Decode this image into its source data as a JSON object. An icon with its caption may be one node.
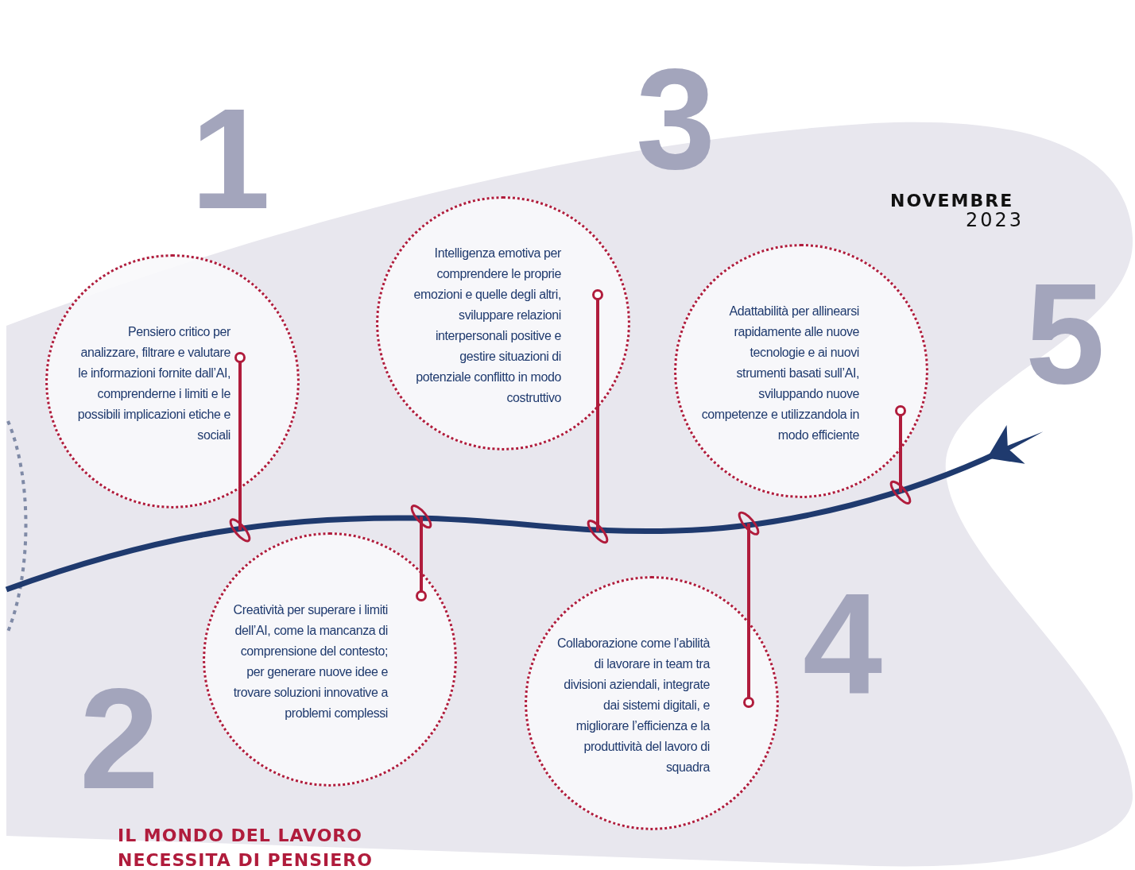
{
  "diagram": {
    "title": "IL MONDO DEL LAVORO NECESSITA DI PENSIERO",
    "nodes": [
      {
        "text": [
          "Pensiero critico per analizzare, filtrare e valutare le informazioni fornite dall’AI, comprenderne i limiti e le possibili implicazioni etiche e sociali"
        ],
        "beside": [
          "1"
        ]
      },
      {
        "text": [
          "Creatività per superare i limiti dell’AI, come la mancanza di comprensione del contesto; per generare nuove idee e trovare soluzioni innovative a problemi complessi"
        ],
        "beside": [
          "2"
        ]
      },
      {
        "text": [
          "Intelligenza emotiva per comprendere le proprie emozioni e quelle degli altri, sviluppare relazioni interpersonali positive e gestire situazioni di potenziale conflitto in modo costruttivo"
        ],
        "beside": [
          "3"
        ]
      },
      {
        "text": [
          "Collaborazione come l’abilità di lavorare in team tra divisioni aziendali, integrate dai sistemi digitali, e migliorare l’efficienza e la produttività del lavoro di squadra"
        ],
        "beside": [
          "4"
        ]
      },
      {
        "text": [
          "Adattabilità per allinearsi rapidamente alle nuove tecnologie e ai nuovi strumenti basati sull’AI, sviluppando nuove competenze e utilizzandola in modo efficiente"
        ],
        "beside": [
          "5"
        ]
      },
      {
        "text": [],
        "shape": "arrow"
      }
    ],
    "edges": [
      {
        "from": 0,
        "to": 5,
        "arrow": "other"
      },
      {
        "from": 1,
        "to": 5,
        "arrow": "other"
      },
      {
        "from": 2,
        "to": 5,
        "arrow": "other"
      },
      {
        "from": 3,
        "to": 5,
        "arrow": "other"
      },
      {
        "from": 4,
        "to": 5,
        "arrow": "other"
      }
    ],
    "labels": [
      "NOVEMBRE",
      "2023"
    ]
  }
}
